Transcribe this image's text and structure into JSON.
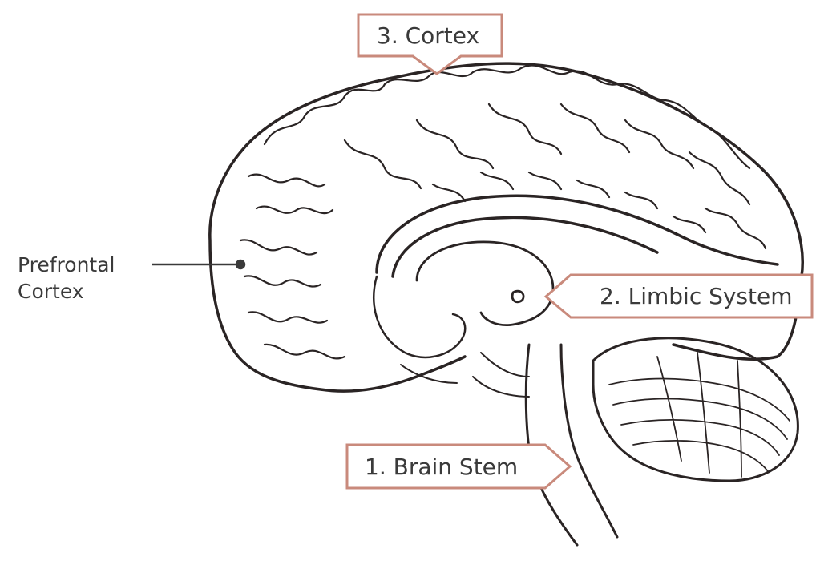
{
  "labels": {
    "cortex": "3. Cortex",
    "limbic": "2. Limbic System",
    "brainstem": "1. Brain Stem",
    "prefrontal_line1": "Prefrontal",
    "prefrontal_line2": "Cortex"
  },
  "colors": {
    "callout_border": "#c98a7c",
    "callout_fill": "#ffffff",
    "ink": "#2a2424",
    "text": "#3a3a3a"
  }
}
